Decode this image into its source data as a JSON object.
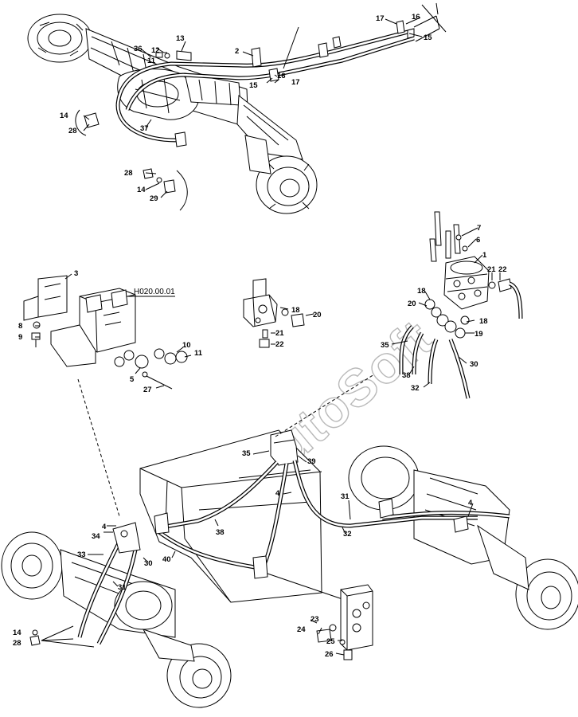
{
  "watermark": "AutoSoft",
  "reference_code": "H020.00.01",
  "callouts": {
    "top_assembly": [
      "17",
      "16",
      "15",
      "13",
      "12",
      "11",
      "2",
      "36",
      "16",
      "17",
      "15",
      "14",
      "28",
      "37",
      "28",
      "14",
      "29"
    ],
    "valve_block_left": [
      "3",
      "8",
      "9",
      "10",
      "11",
      "5",
      "27"
    ],
    "valve_center": [
      "18",
      "20",
      "21",
      "22"
    ],
    "steering_unit": [
      "7",
      "6",
      "1",
      "21",
      "22",
      "18",
      "20",
      "18",
      "19",
      "35",
      "38",
      "30",
      "32"
    ],
    "bottom_assembly": [
      "35",
      "39",
      "4",
      "31",
      "32",
      "38",
      "40",
      "30",
      "34",
      "4",
      "33",
      "31",
      "14",
      "28",
      "4",
      "23",
      "24",
      "25",
      "26"
    ]
  },
  "colors": {
    "line": "#000000",
    "background": "#ffffff",
    "watermark_outline": "#b9b9b9"
  }
}
